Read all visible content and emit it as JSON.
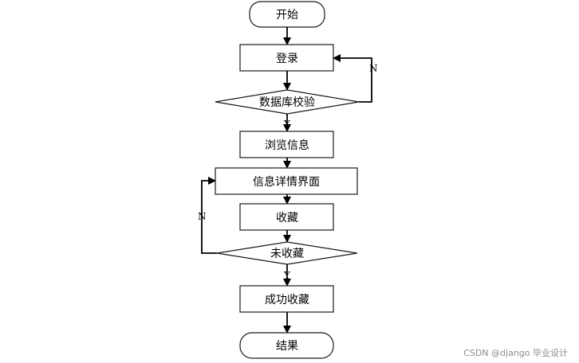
{
  "flowchart": {
    "start_label": "开始",
    "login_label": "登录",
    "db_check_label": "数据库校验",
    "browse_label": "浏览信息",
    "detail_label": "信息详情界面",
    "favorite_label": "收藏",
    "not_favorited_label": "未收藏",
    "success_label": "成功收藏",
    "end_label": "结果",
    "yes_label": "Y",
    "no_label": "N"
  },
  "watermark": "CSDN @django  毕业设计",
  "colors": {
    "stroke": "#1a1a1a",
    "arrow": "#000000",
    "background": "#ffffff",
    "watermark": "#8c8c8c"
  }
}
